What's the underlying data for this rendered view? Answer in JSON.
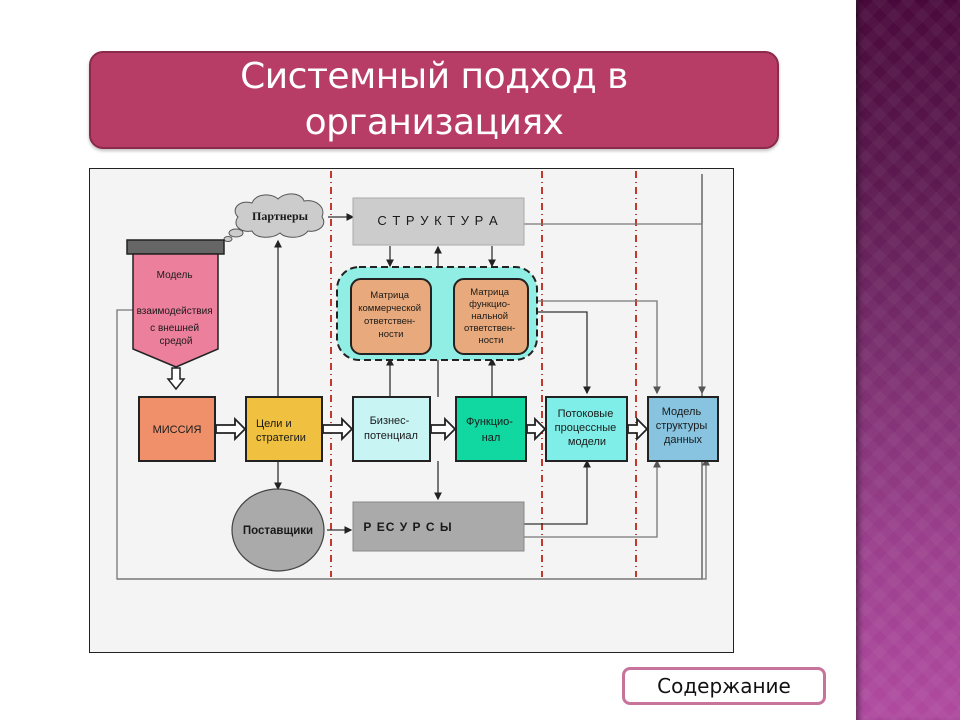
{
  "slide": {
    "title": "Системный подход в организациях",
    "nav_button_label": "Содержание"
  },
  "diagram": {
    "nodes": {
      "partners": "Партнеры",
      "structure": "С Т Р У К Т У Р А",
      "model_env": [
        "Модель",
        "взаимодействия",
        "с  внешней",
        "средой"
      ],
      "matrix_commercial": [
        "Матрица",
        "коммерческой",
        "ответствен-",
        "ности"
      ],
      "matrix_functional": [
        "Матрица",
        "функцио-",
        "нальной",
        "ответствен-",
        "ности"
      ],
      "mission": "МИССИЯ",
      "goals": [
        "Цели и",
        "стратегии"
      ],
      "business": [
        "Бизнес-",
        "потенциал"
      ],
      "functional": [
        "Функцио-",
        "нал"
      ],
      "flow_models": [
        "Потоковые",
        "процессные",
        "модели"
      ],
      "data_model": [
        "Модель",
        "структуры",
        "данных"
      ],
      "suppliers": "Поставщики",
      "resources": "Р ЕС У Р С Ы"
    },
    "colors": {
      "mission": "#f0906a",
      "goals": "#f0c040",
      "business": "#c8f4f4",
      "functional": "#10d8a0",
      "flow_models": "#80eee8",
      "data_model": "#88c4e0",
      "model_env": "#ec7f9c",
      "matrix": "#e8aa7c",
      "matrix_group": "#90eee4",
      "structure": "#cccccc",
      "resources": "#aaaaaa",
      "suppliers": "#aaaaaa",
      "divider": "#c0392b"
    }
  }
}
